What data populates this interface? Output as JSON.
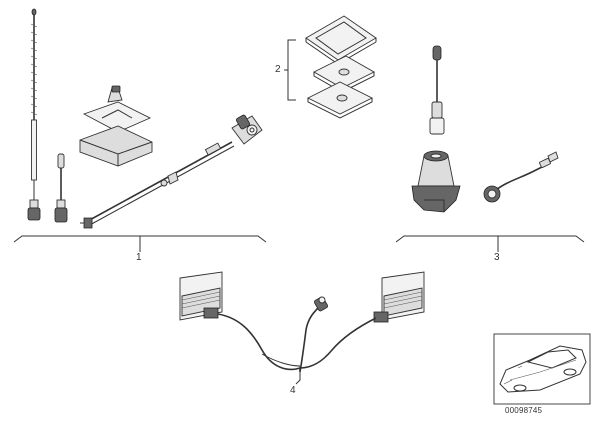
{
  "callouts": {
    "group_1": "1",
    "group_2": "2",
    "group_3": "3",
    "group_4": "4"
  },
  "reference_code": "00098745",
  "colors": {
    "line": "#333333",
    "fill": "#dddddd",
    "dark": "#666666"
  }
}
